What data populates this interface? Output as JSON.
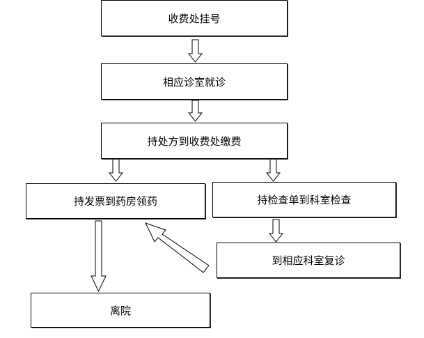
{
  "flowchart": {
    "steps": {
      "register": "收费处挂号",
      "consult": "相应诊室就诊",
      "pay": "持处方到收费处缴费",
      "pharmacy": "持发票到药房领药",
      "exam": "持检查单到科室检查",
      "revisit": "到相应科室复诊",
      "leave": "离院"
    }
  }
}
